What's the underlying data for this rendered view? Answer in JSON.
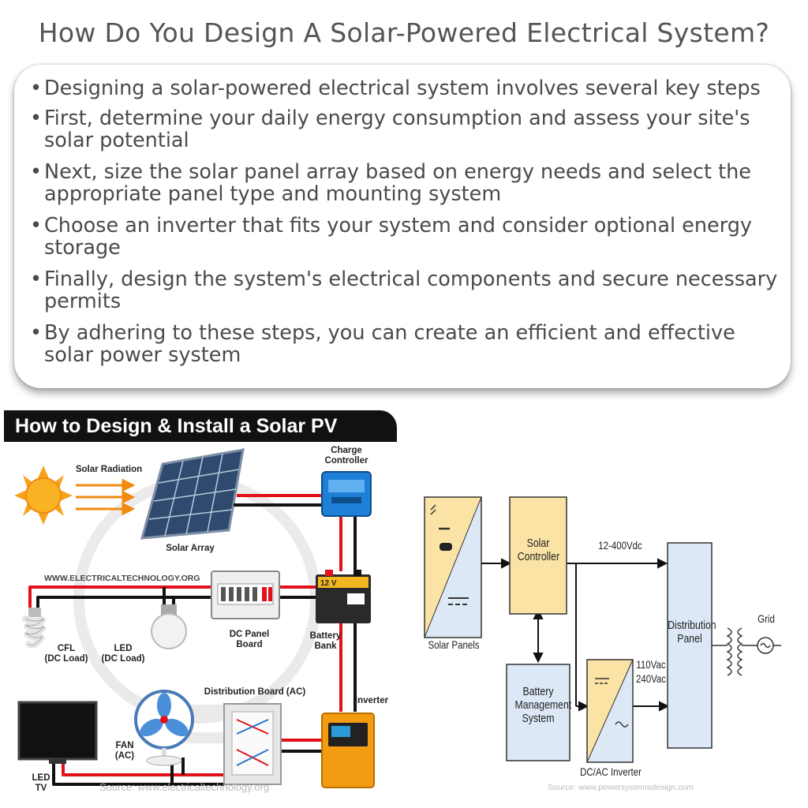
{
  "header": {
    "title": "How Do You Design A Solar-Powered Electrical System?"
  },
  "summary": {
    "bullets": [
      "Designing a solar-powered electrical system involves several key steps",
      "First, determine your daily energy consumption and assess your site's solar potential",
      "Next, size the solar panel array based on energy needs and select the appropriate panel type and mounting system",
      "Choose an inverter that fits your system and consider optional energy storage",
      "Finally, design the system's electrical components and secure necessary permits",
      "By adhering to these steps, you can create an efficient and effective solar power system"
    ]
  },
  "left_diagram": {
    "banner": "How to Design & Install a Solar PV System",
    "solar_radiation": "Solar Radiation",
    "solar_array": "Solar Array",
    "charge_controller": "Charge Controller",
    "website": "WWW.ELECTRICALTECHNOLOGY.ORG",
    "battery_bank": "Battery Bank",
    "battery_voltage": "12 V",
    "dc_panel_board": "DC Panel Board",
    "cfl": "CFL",
    "cfl_load": "(DC Load)",
    "led": "LED",
    "led_load": "(DC Load)",
    "distribution_board": "Distribution Board (AC)",
    "inverter": "Inverter",
    "fan": "FAN",
    "fan_ac": "(AC)",
    "led_tv": "LED TV",
    "source": "Source: www.electricaltechnology.org"
  },
  "right_diagram": {
    "solar_panels": "Solar Panels",
    "solar_controller": "Solar Controller",
    "dc_voltage": "12-400Vdc",
    "battery_management": "Battery Management System",
    "inverter": "DC/AC Inverter",
    "ac_voltage_1": "110Vac",
    "ac_voltage_2": "240Vac",
    "distribution_panel": "Distribution Panel",
    "grid": "Grid",
    "source": "Source: www.powersystemsdesign.com"
  },
  "colors": {
    "panel_yellow": "#fbe3a6",
    "panel_blue": "#dde8f6",
    "wire_red": "#e3101a",
    "wire_black": "#111111",
    "sun": "#f7a21b"
  }
}
